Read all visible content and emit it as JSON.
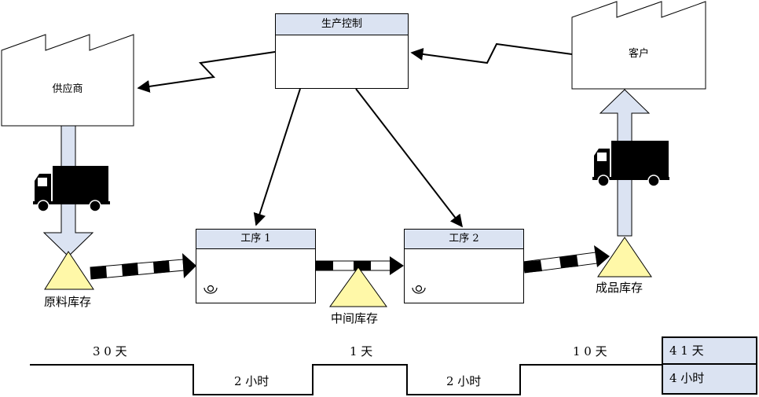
{
  "production_control": {
    "title": "生产控制"
  },
  "supplier": {
    "label": "供应商"
  },
  "customer": {
    "label": "客户"
  },
  "process1": {
    "title": "工序 1"
  },
  "process2": {
    "title": "工序 2"
  },
  "raw_inventory": {
    "label": "原料库存"
  },
  "wip_inventory": {
    "label": "中间库存"
  },
  "finished_inventory": {
    "label": "成品库存"
  },
  "timeline": {
    "wait1": "3 0 天",
    "proc1": "2 小时",
    "wait2": "1 天",
    "proc2": "2 小时",
    "wait3": "1 0 天"
  },
  "summary": {
    "total_lead_time": "4 1 天",
    "total_process_time": "4 小时"
  },
  "colors": {
    "header_fill": "#dbe3f2",
    "inventory_fill": "#fff8a8",
    "arrow_fill": "#dbe3f2"
  }
}
